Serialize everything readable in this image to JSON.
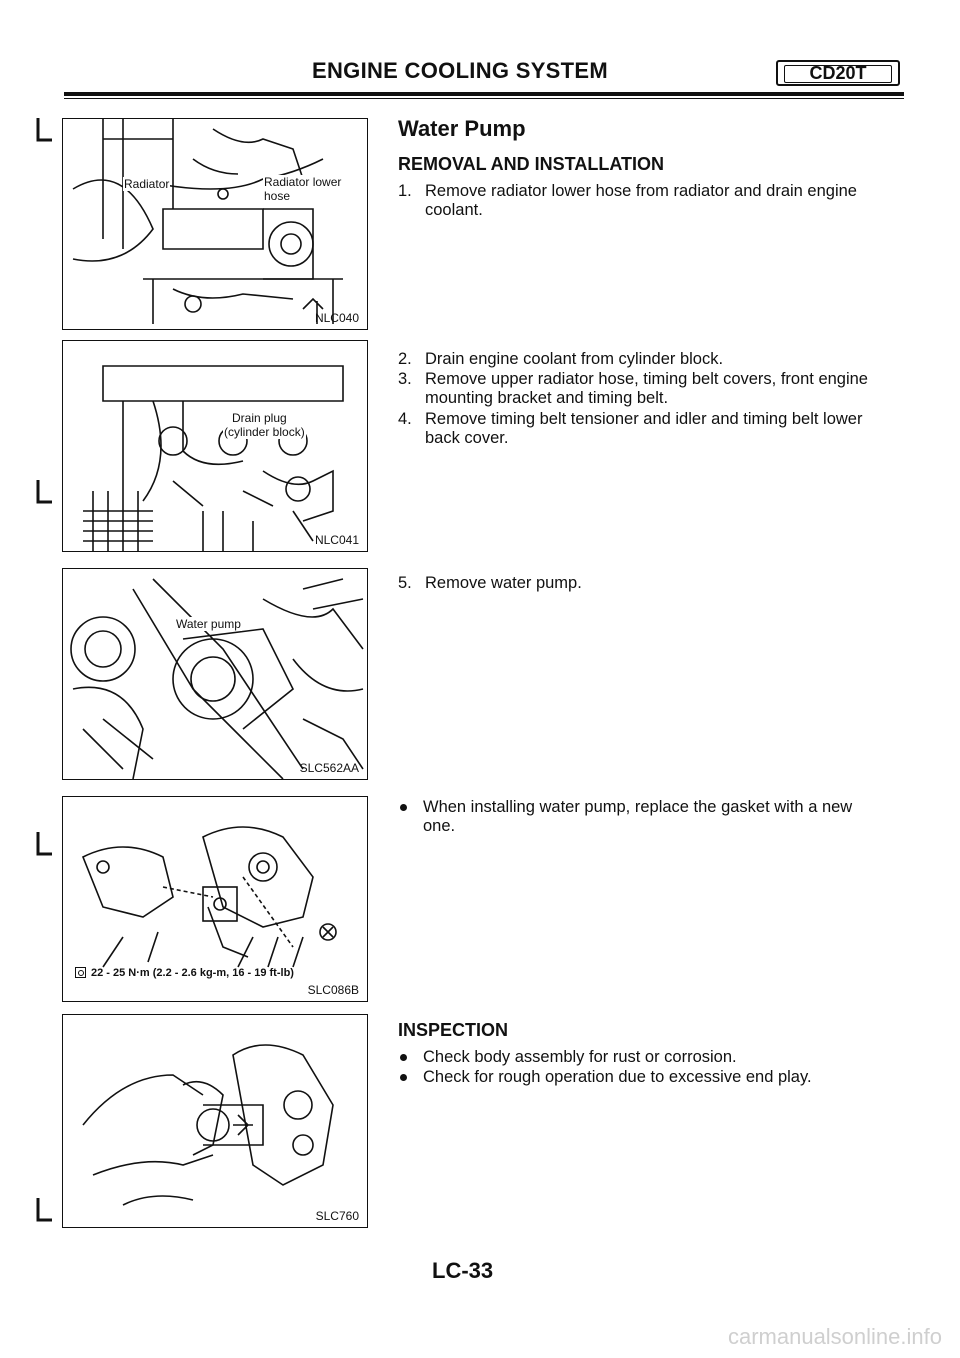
{
  "header": {
    "title": "ENGINE COOLING SYSTEM",
    "engine_code": "CD20T"
  },
  "section": {
    "title": "Water Pump",
    "subhead_removal": "REMOVAL AND INSTALLATION",
    "steps": [
      {
        "num": "1.",
        "text": "Remove radiator lower hose from radiator and drain engine coolant."
      },
      {
        "num": "2.",
        "text": "Drain engine coolant from cylinder block."
      },
      {
        "num": "3.",
        "text": "Remove upper radiator hose, timing belt covers, front engine mounting bracket and timing belt."
      },
      {
        "num": "4.",
        "text": "Remove timing belt tensioner and idler and timing belt lower back cover."
      },
      {
        "num": "5.",
        "text": "Remove water pump."
      }
    ],
    "install_note": "When installing water pump, replace the gasket with a new one.",
    "subhead_inspection": "INSPECTION",
    "inspection": [
      "Check body assembly for rust or corrosion.",
      "Check for rough operation due to excessive end play."
    ]
  },
  "figures": {
    "fig1": {
      "code": "NLC040",
      "label_radiator": "Radiator",
      "label_hose_1": "Radiator lower",
      "label_hose_2": "hose"
    },
    "fig2": {
      "code": "NLC041",
      "label_1": "Drain plug",
      "label_2": "(cylinder block)"
    },
    "fig3": {
      "code": "SLC562AA",
      "label": "Water pump"
    },
    "fig4": {
      "code": "SLC086B",
      "torque": "22 - 25 N·m (2.2 - 2.6 kg-m, 16 - 19 ft-lb)"
    },
    "fig5": {
      "code": "SLC760"
    }
  },
  "footer": {
    "page": "LC-33",
    "watermark": "carmanualsonline.info"
  }
}
